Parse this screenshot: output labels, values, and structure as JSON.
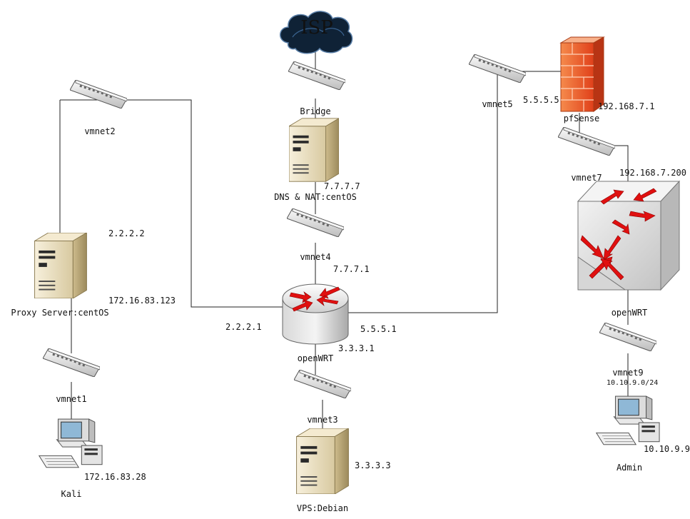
{
  "colors": {
    "wire": "#222222",
    "switch_body": "#eeeeee",
    "server_body": "#efe4c8",
    "firewall": "#f05a28",
    "router_arrow": "#e01010",
    "cloud": "#12263f"
  },
  "cloud": {
    "label": "ISP",
    "icon": "cloud-icon"
  },
  "switches": {
    "bridge": {
      "label": "Bridge",
      "icon": "switch-icon"
    },
    "vmnet2": {
      "label": "vmnet2",
      "icon": "switch-icon"
    },
    "vmnet4": {
      "label": "vmnet4",
      "icon": "switch-icon"
    },
    "vmnet5": {
      "label": "vmnet5",
      "icon": "switch-icon"
    },
    "vmnet7": {
      "label": "vmnet7",
      "icon": "switch-icon"
    },
    "vmnet1": {
      "label": "vmnet1",
      "icon": "switch-icon"
    },
    "vmnet3": {
      "label": "vmnet3",
      "icon": "switch-icon"
    },
    "vmnet9": {
      "label": "vmnet9",
      "icon": "switch-icon"
    }
  },
  "servers": {
    "dns_nat": {
      "label": "DNS & NAT:centOS",
      "icon": "server-icon"
    },
    "proxy": {
      "label": "Proxy Server:centOS",
      "icon": "server-icon"
    },
    "vps": {
      "label": "VPS:Debian",
      "icon": "server-icon"
    }
  },
  "firewall": {
    "label": "pfSense",
    "icon": "firewall-icon"
  },
  "routers": {
    "main": {
      "label": "openWRT",
      "icon": "router-icon"
    },
    "right": {
      "label": "openWRT",
      "icon": "l3-switch-icon"
    }
  },
  "workstations": {
    "kali": {
      "label": "Kali",
      "icon": "workstation-icon"
    },
    "admin": {
      "label": "Admin",
      "icon": "workstation-icon"
    }
  },
  "ip_labels": {
    "dns_nat_ip": "7.7.7.7",
    "router_vmnet4_ip": "7.7.7.1",
    "proxy_vmnet2_ip": "2.2.2.2",
    "proxy_vmnet1_ip": "172.16.83.123",
    "router_vmnet2_ip": "2.2.2.1",
    "router_vmnet5_ip": "5.5.5.1",
    "router_vmnet3_ip": "3.3.3.1",
    "pfsense_wan_ip": "5.5.5.5",
    "pfsense_lan_ip": "192.168.7.1",
    "openwrt_right_wan_ip": "192.168.7.200",
    "admin_subnet": "10.10.9.0/24",
    "admin_ip": "10.10.9.9",
    "kali_ip": "172.16.83.28",
    "vps_ip": "3.3.3.3"
  }
}
